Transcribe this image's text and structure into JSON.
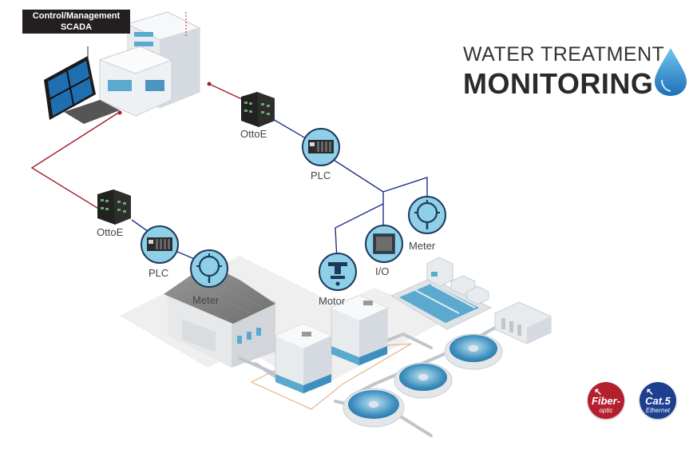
{
  "title": {
    "line1": "WATER TREATMENT",
    "line2": "MONITORING"
  },
  "scada": {
    "line1": "Control/Management",
    "line2": "SCADA"
  },
  "nodes": {
    "ottoe_top": "OttoE",
    "ottoe_left": "OttoE",
    "plc_top": "PLC",
    "plc_left": "PLC",
    "meter_left": "Meter",
    "motor": "Motor",
    "io": "I/O",
    "meter_right": "Meter"
  },
  "legend": {
    "fiber": {
      "line1": "Fiber-",
      "line2": "optic",
      "color": "#b41f2e"
    },
    "cat5": {
      "line1": "Cat.5",
      "line2": "Ethernet",
      "color": "#1c3f8f"
    }
  },
  "colors": {
    "fiber_line": "#a11f2a",
    "ethernet_line": "#1f2f8a",
    "node_fill": "#8fd0e8",
    "node_stroke": "#1d3a5c",
    "water": "#5aa9cf"
  },
  "icons": [
    "scada-monitor-icon",
    "building-icon",
    "switch-icon",
    "plc-icon",
    "meter-icon",
    "motor-icon",
    "io-panel-icon",
    "water-drop-icon"
  ]
}
